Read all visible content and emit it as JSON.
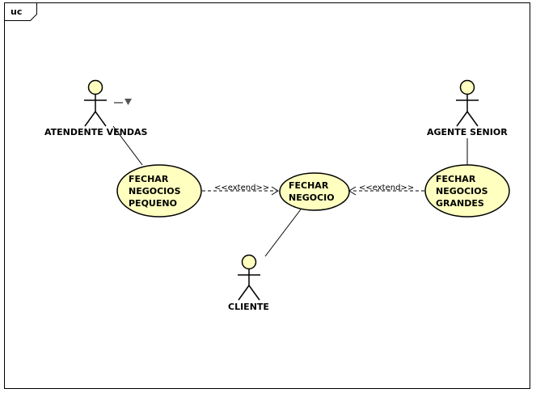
{
  "frame": {
    "tag": "uc"
  },
  "actors": {
    "atendente": {
      "label": "ATENDENTE VENDAS"
    },
    "agente": {
      "label": "AGENTE SENIOR"
    },
    "cliente": {
      "label": "CLIENTE"
    }
  },
  "use_cases": {
    "pequeno": {
      "lines": [
        "FECHAR",
        "NEGOCIOS",
        "PEQUENO"
      ]
    },
    "negocio": {
      "lines": [
        "FECHAR",
        "NEGOCIO"
      ]
    },
    "grandes": {
      "lines": [
        "FECHAR",
        "NEGOCIOS",
        "GRANDES"
      ]
    }
  },
  "relations": {
    "extend_left": "<<extend>>",
    "extend_right": "<<extend>>"
  },
  "colors": {
    "fill": "#FFFFC0",
    "stroke": "#000000"
  }
}
